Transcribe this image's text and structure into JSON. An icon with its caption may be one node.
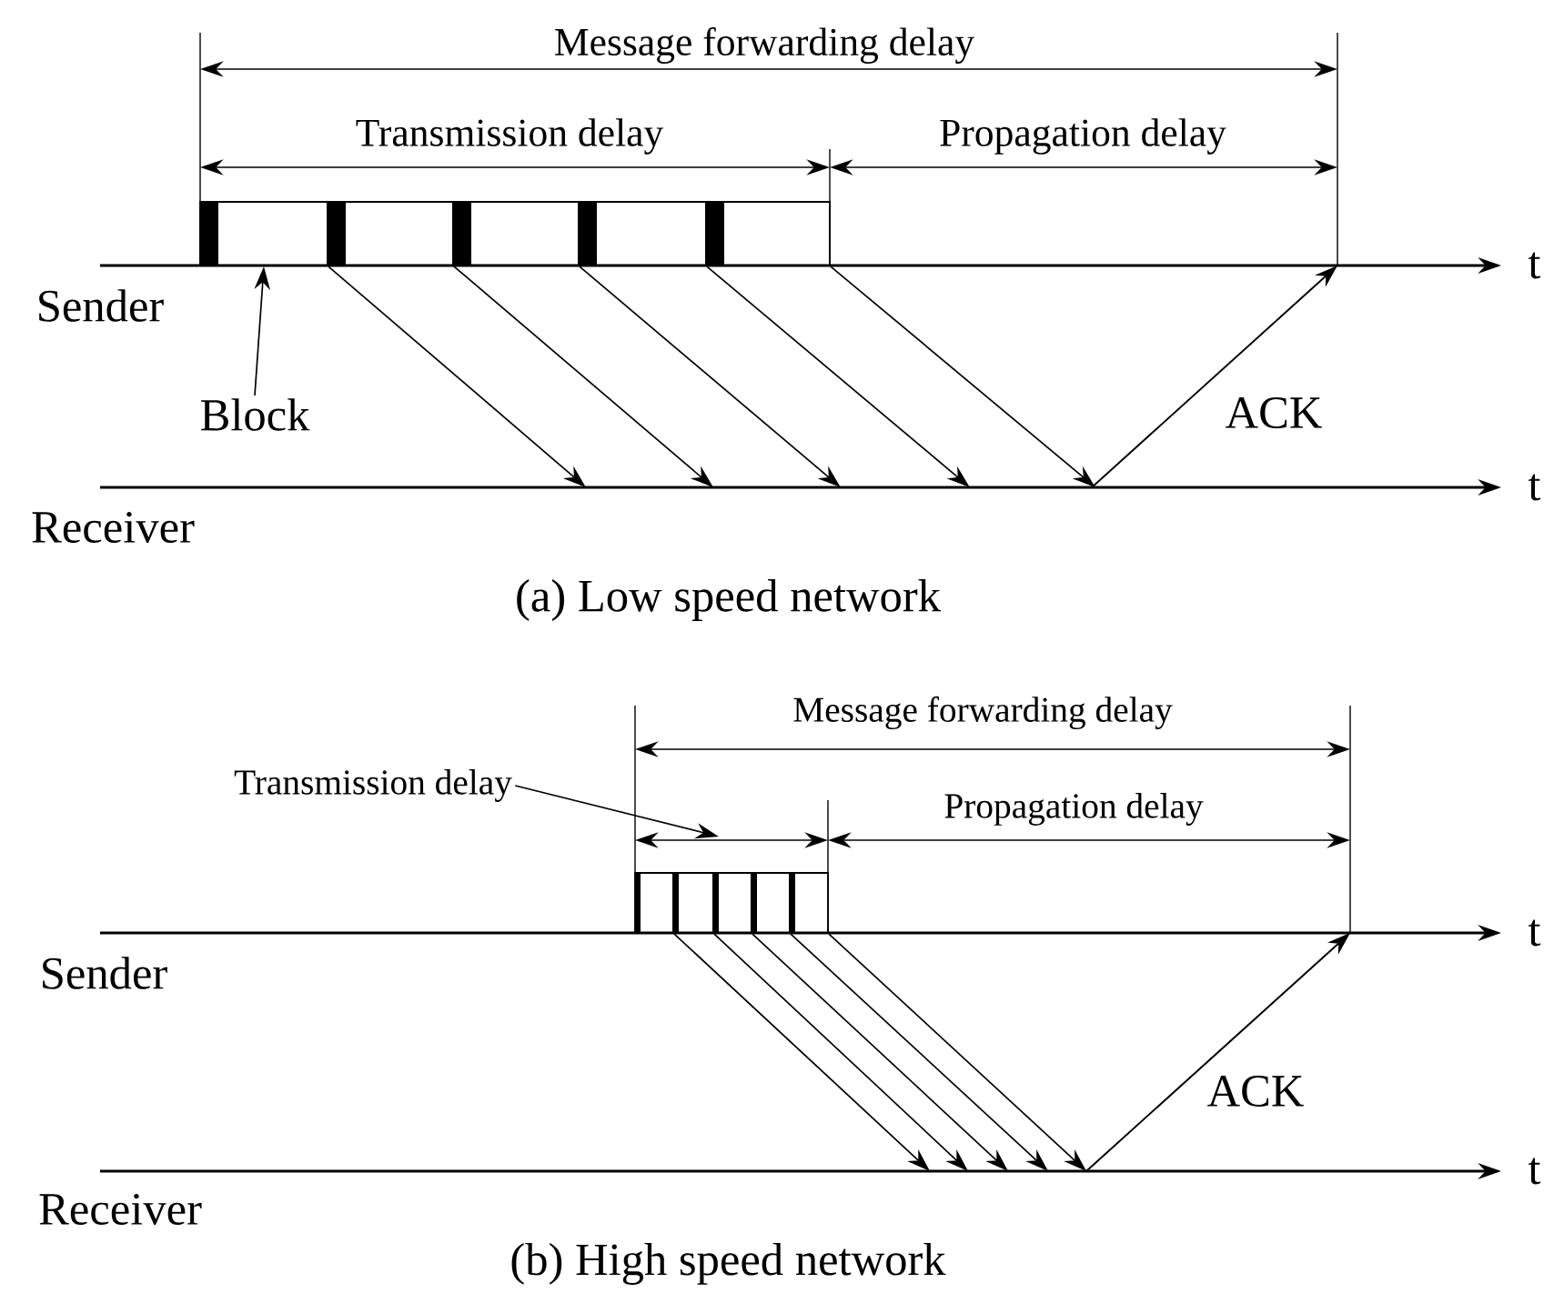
{
  "diagram": {
    "nodes": [
      {
        "text": [
          "Block"
        ]
      },
      {
        "text": [],
        "shape": "box"
      },
      {
        "text": [],
        "shape": "box"
      },
      {
        "text": [],
        "shape": "box"
      },
      {
        "text": [],
        "shape": "box"
      },
      {
        "text": [],
        "shape": "box"
      },
      {
        "text": [
          "Transmission delay"
        ]
      },
      {
        "text": [],
        "shape": "box"
      },
      {
        "text": [],
        "shape": "box"
      },
      {
        "text": [],
        "shape": "box"
      },
      {
        "text": [],
        "shape": "box"
      },
      {
        "text": [],
        "shape": "box"
      }
    ],
    "edges": [
      {
        "from": 0,
        "to": 1,
        "arrow": "to"
      },
      {
        "from": 1,
        "to": null,
        "arrow": "to"
      },
      {
        "from": 2,
        "to": null,
        "arrow": "to"
      },
      {
        "from": 3,
        "to": null,
        "arrow": "to"
      },
      {
        "from": 4,
        "to": null,
        "arrow": "to"
      },
      {
        "from": 5,
        "to": null,
        "arrow": "to"
      },
      {
        "from": 6,
        "to": null,
        "arrow": "to"
      },
      {
        "from": 7,
        "to": null,
        "arrow": "to"
      },
      {
        "from": 8,
        "to": null,
        "arrow": "to"
      },
      {
        "from": 9,
        "to": null,
        "arrow": "to"
      },
      {
        "from": 10,
        "to": null,
        "arrow": "to"
      },
      {
        "from": 11,
        "to": null,
        "arrow": "to"
      }
    ],
    "labels": [
      "Message forwarding delay",
      "Transmission delay",
      "Propagation delay",
      "t",
      "Sender",
      "ACK",
      "t",
      "Receiver",
      "(a) Low speed network",
      "Message forwarding delay",
      "Propagation delay",
      "t",
      "Sender",
      "ACK",
      "t",
      "Receiver",
      "(b) High speed network"
    ]
  }
}
